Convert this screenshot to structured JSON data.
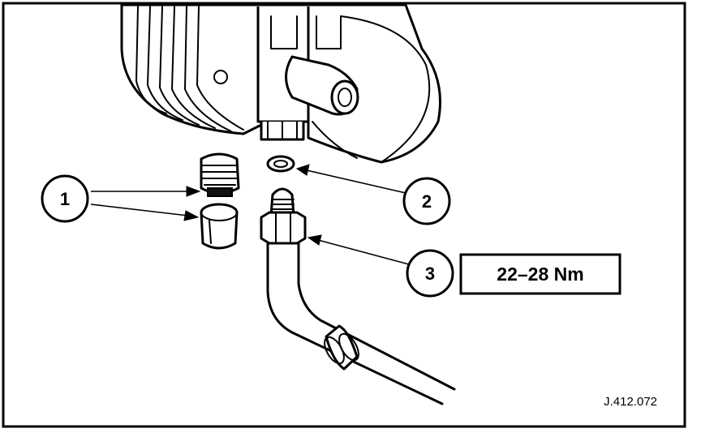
{
  "callouts": [
    {
      "number": "1"
    },
    {
      "number": "2"
    },
    {
      "number": "3"
    }
  ],
  "torque_spec": "22–28 Nm",
  "reference_code": "J.412.072"
}
